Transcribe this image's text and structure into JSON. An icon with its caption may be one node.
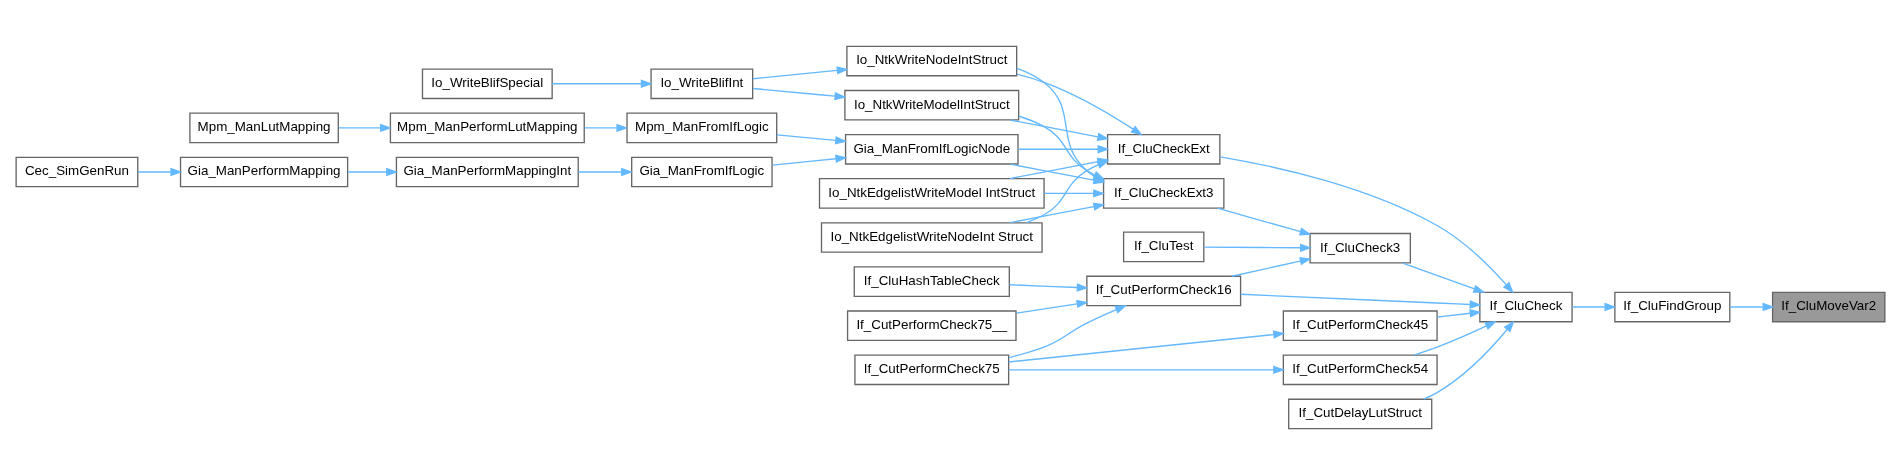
{
  "diagram": {
    "nodes": [
      {
        "text": [
          "Cec_SimGenRun"
        ]
      },
      {
        "text": [
          "Gia_ManPerformMapping"
        ]
      },
      {
        "text": [
          "Gia_ManPerformMappingInt"
        ]
      },
      {
        "text": [
          "Gia_ManFromIfLogic"
        ]
      },
      {
        "text": [
          "Mpm_ManLutMapping"
        ]
      },
      {
        "text": [
          "Mpm_ManPerformLutMapping"
        ]
      },
      {
        "text": [
          "Mpm_ManFromIfLogic"
        ]
      },
      {
        "text": [
          "Io_WriteBlifSpecial"
        ]
      },
      {
        "text": [
          "Io_WriteBlifInt"
        ]
      },
      {
        "text": [
          "Io_NtkWriteNodeIntStruct"
        ]
      },
      {
        "text": [
          "Io_NtkEdgelistWriteModel IntStruct"
        ]
      },
      {
        "text": [
          "Io_NtkEdgelistWriteNodeInt Struct"
        ]
      },
      {
        "text": [
          "Io_NtkWriteModelIntStruct"
        ]
      },
      {
        "text": [
          "Gia_ManFromIfLogicNode"
        ]
      },
      {
        "text": [
          "If_CluHashTableCheck"
        ]
      },
      {
        "text": [
          "If_CutPerformCheck75__"
        ]
      },
      {
        "text": [
          "If_CutPerformCheck75"
        ]
      },
      {
        "text": [
          "If_CluCheckExt"
        ]
      },
      {
        "text": [
          "If_CluCheckExt3"
        ]
      },
      {
        "text": [
          "If_CluTest"
        ]
      },
      {
        "text": [
          "If_CutPerformCheck16"
        ]
      },
      {
        "text": [
          "If_CluCheck3"
        ]
      },
      {
        "text": [
          "If_CutPerformCheck45"
        ]
      },
      {
        "text": [
          "If_CutPerformCheck54"
        ]
      },
      {
        "text": [
          "If_CutDelayLutStruct"
        ]
      },
      {
        "text": [
          "If_CluCheck"
        ]
      },
      {
        "text": [
          "If_CluFindGroup"
        ]
      },
      {
        "text": [
          "If_CluMoveVar2"
        ]
      }
    ],
    "edges": [
      {
        "from": 0,
        "to": 1,
        "arrow": "to"
      },
      {
        "from": 1,
        "to": 2,
        "arrow": "to"
      },
      {
        "from": 2,
        "to": 3,
        "arrow": "to"
      },
      {
        "from": 3,
        "to": 13,
        "arrow": "to"
      },
      {
        "from": 4,
        "to": 5,
        "arrow": "to"
      },
      {
        "from": 5,
        "to": 6,
        "arrow": "to"
      },
      {
        "from": 6,
        "to": 13,
        "arrow": "to"
      },
      {
        "from": 7,
        "to": 8,
        "arrow": "to"
      },
      {
        "from": 8,
        "to": 9,
        "arrow": "to"
      },
      {
        "from": 8,
        "to": 12,
        "arrow": "to"
      },
      {
        "from": 9,
        "to": 17,
        "arrow": "to"
      },
      {
        "from": 9,
        "to": 18,
        "arrow": "to"
      },
      {
        "from": 10,
        "to": 17,
        "arrow": "to"
      },
      {
        "from": 10,
        "to": 18,
        "arrow": "to"
      },
      {
        "from": 11,
        "to": 17,
        "arrow": "to"
      },
      {
        "from": 11,
        "to": 18,
        "arrow": "to"
      },
      {
        "from": 12,
        "to": 17,
        "arrow": "to"
      },
      {
        "from": 12,
        "to": 18,
        "arrow": "to"
      },
      {
        "from": 13,
        "to": 17,
        "arrow": "to"
      },
      {
        "from": 13,
        "to": 18,
        "arrow": "to"
      },
      {
        "from": 14,
        "to": 20,
        "arrow": "to"
      },
      {
        "from": 15,
        "to": 20,
        "arrow": "to"
      },
      {
        "from": 16,
        "to": 20,
        "arrow": "to"
      },
      {
        "from": 16,
        "to": 22,
        "arrow": "to"
      },
      {
        "from": 16,
        "to": 23,
        "arrow": "to"
      },
      {
        "from": 17,
        "to": 25,
        "arrow": "to"
      },
      {
        "from": 18,
        "to": 21,
        "arrow": "to"
      },
      {
        "from": 19,
        "to": 21,
        "arrow": "to"
      },
      {
        "from": 20,
        "to": 21,
        "arrow": "to"
      },
      {
        "from": 20,
        "to": 25,
        "arrow": "to"
      },
      {
        "from": 21,
        "to": 25,
        "arrow": "to"
      },
      {
        "from": 22,
        "to": 25,
        "arrow": "to"
      },
      {
        "from": 23,
        "to": 25,
        "arrow": "to"
      },
      {
        "from": 24,
        "to": 25,
        "arrow": "to"
      },
      {
        "from": 25,
        "to": 26,
        "arrow": "to"
      },
      {
        "from": 26,
        "to": 27,
        "arrow": "to"
      }
    ]
  }
}
